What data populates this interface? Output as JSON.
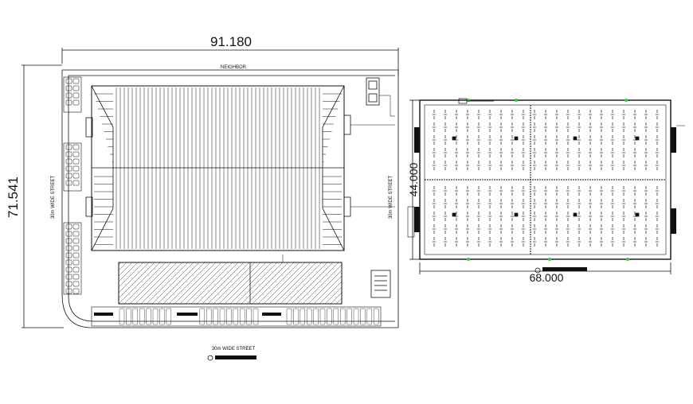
{
  "site_plan": {
    "width_dim": "91.180",
    "height_dim": "71.541",
    "neighbor_label": "NEIGHBOR",
    "left_street_label": "30m WIDE STREET",
    "right_street_label": "30m WIDE STREET",
    "bottom_street_label": "30m WIDE STREET"
  },
  "floor_plan": {
    "width_dim": "68.000",
    "height_dim": "44.000"
  },
  "colors": {
    "line": "#111111",
    "accent": "#2ecc40",
    "background": "#ffffff"
  }
}
